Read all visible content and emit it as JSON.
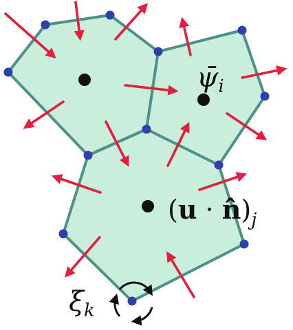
{
  "colors": {
    "cell_fill": "#c9eedc",
    "cell_edge": "#4e9188",
    "vertex": "#2f3fb0",
    "center": "#111111",
    "arrow": "#e0203e",
    "circulation": "#111111"
  },
  "labels": {
    "psi": "ψ̄",
    "psi_sub": "i",
    "flux_open": "(",
    "flux_u": "u",
    "flux_dot": " · ",
    "flux_n": "n̂",
    "flux_close": ")",
    "flux_sub": "j",
    "xi": "ξ",
    "xi_sub": "k"
  }
}
